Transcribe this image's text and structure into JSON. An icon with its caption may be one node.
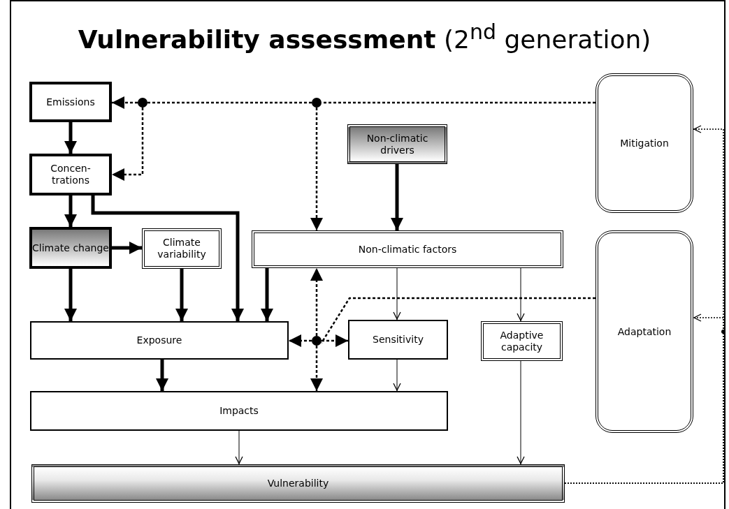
{
  "diagram": {
    "title": "**Vulnerability assessment** (2$^{nd}$ generation)",
    "nodes": [
      {
        "text": [
          "Emissions"
        ]
      },
      {
        "text": [
          "Concen- trations"
        ]
      },
      {
        "text": [
          "Climate change"
        ]
      },
      {
        "text": [
          "Climate variability"
        ]
      },
      {
        "text": [
          "Non-climatic drivers"
        ]
      },
      {
        "text": [
          "Non-climatic factors"
        ]
      },
      {
        "text": [
          "Mitigation"
        ]
      },
      {
        "text": [
          "Adaptation"
        ]
      },
      {
        "text": [
          "Exposure"
        ]
      },
      {
        "text": [
          "Sensitivity"
        ]
      },
      {
        "text": [
          "Adaptive capacity"
        ]
      },
      {
        "text": [
          "Impacts"
        ]
      },
      {
        "text": [
          "Vulnerability"
        ]
      },
      {
        "text": [],
        "shape": "circle"
      },
      {
        "text": [],
        "shape": "circle"
      },
      {
        "text": [],
        "shape": "circle"
      }
    ],
    "edges": [
      {
        "from": 0,
        "to": 1,
        "arrow": "to",
        "style": "thick"
      },
      {
        "from": 1,
        "to": 2,
        "arrow": "to",
        "style": "thick"
      },
      {
        "from": 2,
        "to": 3,
        "arrow": "to",
        "style": "thick"
      },
      {
        "from": 1,
        "to": 8,
        "arrow": "to",
        "style": "thick"
      },
      {
        "from": 2,
        "to": 8,
        "arrow": "to",
        "style": "thick"
      },
      {
        "from": 3,
        "to": 8,
        "arrow": "to",
        "style": "thick"
      },
      {
        "from": 5,
        "to": 8,
        "arrow": "to",
        "style": "thick"
      },
      {
        "from": 4,
        "to": 5,
        "arrow": "to",
        "style": "thick"
      },
      {
        "from": 5,
        "to": 9,
        "arrow": "to"
      },
      {
        "from": 5,
        "to": 10,
        "arrow": "to"
      },
      {
        "from": 8,
        "to": 11,
        "arrow": "to",
        "style": "thick"
      },
      {
        "from": 9,
        "to": 11,
        "arrow": "to"
      },
      {
        "from": 11,
        "to": 12,
        "arrow": "to"
      },
      {
        "from": 10,
        "to": 12,
        "arrow": "to"
      },
      {
        "from": 12,
        "to": 6,
        "arrow": "to",
        "style": "dashed"
      },
      {
        "from": 12,
        "to": 7,
        "arrow": "to",
        "style": "dashed"
      },
      {
        "from": 6,
        "to": 14,
        "arrow": "none",
        "style": "dashed"
      },
      {
        "from": 14,
        "to": 13,
        "arrow": "none",
        "style": "dashed"
      },
      {
        "from": 13,
        "to": 0,
        "arrow": "to",
        "style": "dashed"
      },
      {
        "from": 13,
        "to": 1,
        "arrow": "to",
        "style": "dashed"
      },
      {
        "from": 14,
        "to": 5,
        "arrow": "to",
        "style": "dashed"
      },
      {
        "from": 7,
        "to": 15,
        "arrow": "none",
        "style": "dashed"
      },
      {
        "from": 15,
        "to": 8,
        "arrow": "to",
        "style": "dashed"
      },
      {
        "from": 15,
        "to": 9,
        "arrow": "to",
        "style": "dashed"
      },
      {
        "from": 15,
        "to": 5,
        "arrow": "to",
        "style": "dashed"
      },
      {
        "from": 15,
        "to": 11,
        "arrow": "to",
        "style": "dashed"
      }
    ]
  }
}
